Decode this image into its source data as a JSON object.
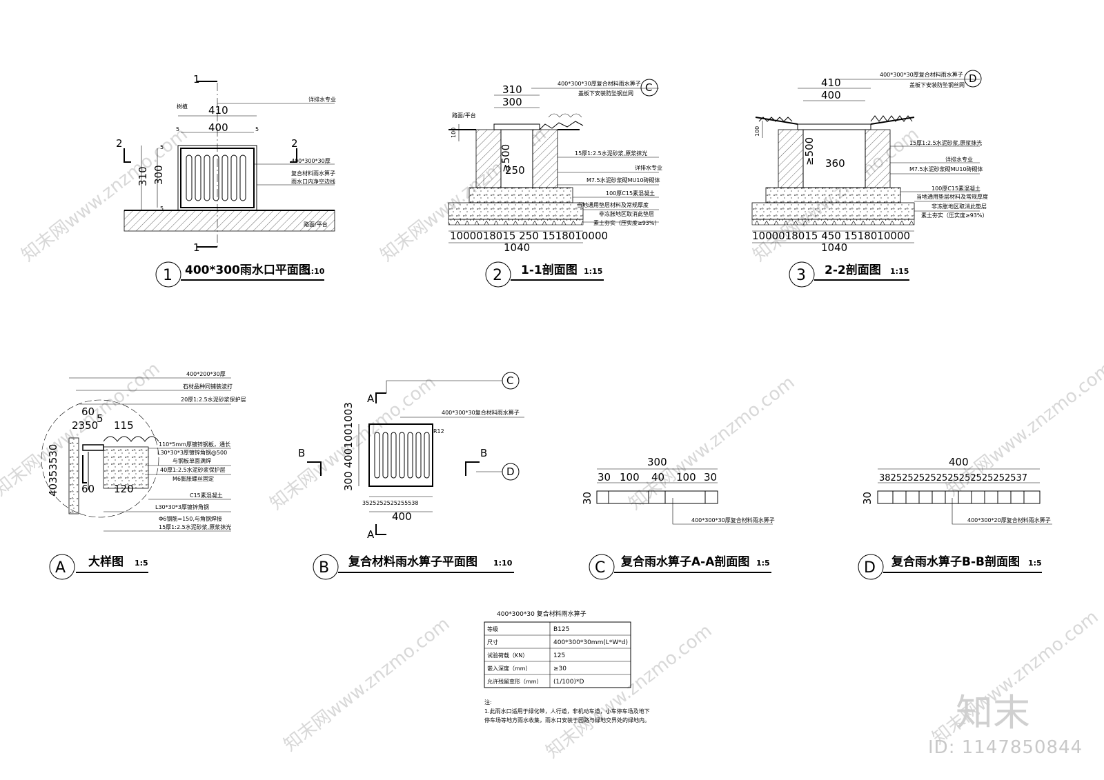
{
  "views": {
    "v1": {
      "marker": "1",
      "title": "400*300雨水口平面图",
      "scale": "1:10",
      "dims": [
        "410",
        "400",
        "5",
        "5",
        "310",
        "300",
        "5",
        "5"
      ],
      "cut_marks": [
        "1",
        "1",
        "2",
        "2"
      ],
      "notes": [
        "详排水专业",
        "400*300*30厚",
        "复合材料雨水箅子",
        "雨水口内净空边线",
        "路面/平台",
        "树植"
      ]
    },
    "v2": {
      "marker": "2",
      "title": "1-1剖面图",
      "scale": "1:15",
      "dims_top": [
        "310",
        "300"
      ],
      "dims_side": [
        "100",
        "≥500"
      ],
      "dim_inner": "250",
      "dims_bottom": "1000018015 250 1518010000",
      "dim_total": "1040",
      "callout": "C",
      "notes": [
        "400*300*30厚复合材料雨水箅子",
        "盖板下安装防坠钢丝网",
        "路面/平台",
        "15厚1:2.5水泥砂浆,原浆抹光",
        "详排水专业",
        "M7.5水泥砂浆砌MU10砖砌体",
        "100厚C15素混凝土",
        "当地通用垫层材料及常规厚度",
        "非冻胀地区取消此垫层",
        "素土夯实（压实度≥93%）"
      ]
    },
    "v3": {
      "marker": "3",
      "title": "2-2剖面图",
      "scale": "1:15",
      "dims_top": [
        "410",
        "400"
      ],
      "dims_side": [
        "100",
        "≥500"
      ],
      "dim_inner": "360",
      "dims_bottom": "1000018015 450 1518010000",
      "dim_total": "1040",
      "callout": "D",
      "notes": [
        "400*300*30厚复合材料雨水箅子",
        "盖板下安装防坠钢丝网",
        "15厚1:2.5水泥砂浆,原浆抹光",
        "详排水专业",
        "M7.5水泥砂浆砌MU10砖砌体",
        "100厚C15素混凝土",
        "当地通用垫层材料及常规厚度",
        "非冻胀地区取消此垫层",
        "素土夯实（压实度≥93%）"
      ]
    },
    "vA": {
      "marker": "A",
      "title": "大样图",
      "scale": "1:5",
      "dims": [
        "60",
        "2350",
        "5",
        "115",
        "40353530",
        "60",
        "120"
      ],
      "notes": [
        "400*200*30厚",
        "石材品种同铺装波打",
        "20厚1:2.5水泥砂浆保护层",
        "110*5mm厚镀锌钢板，通长",
        "L30*30*3厚镀锌角钢@500",
        "与钢板单面满焊",
        "40厚1:2.5水泥砂浆保护层",
        "M6膨胀螺丝固定",
        "C15素混凝土",
        "L30*30*3厚镀锌角钢",
        "Φ6钢筋=150,与角钢焊接",
        "15厚1:2.5水泥砂浆,原浆抹光"
      ]
    },
    "vB": {
      "marker": "B",
      "title": "复合材料雨水箅子平面图",
      "scale": "1:10",
      "dims_side": "300 4001001003",
      "dims_bottom": "3525252525255538",
      "dim_total": "400",
      "radius": "R12",
      "cut_marks": [
        "A",
        "A",
        "B",
        "B"
      ],
      "callouts": [
        "C",
        "D"
      ],
      "notes": [
        "400*300*30复合材料雨水箅子"
      ]
    },
    "vC": {
      "marker": "C",
      "title": "复合雨水箅子A-A剖面图",
      "scale": "1:5",
      "dim_total": "300",
      "dims": [
        "30",
        "100",
        "40",
        "100",
        "30"
      ],
      "dim_h": "30",
      "notes": [
        "400*300*30厚复合材料雨水箅子"
      ]
    },
    "vD": {
      "marker": "D",
      "title": "复合雨水箅子B-B剖面图",
      "scale": "1:5",
      "dim_total": "400",
      "dims_row": "38252525252525252525252537",
      "dim_h": "30",
      "notes": [
        "400*300*20厚复合材料雨水箅子"
      ]
    }
  },
  "spec_table": {
    "title": "400*300*30   复合材料雨水箅子",
    "rows": [
      {
        "label": "等级",
        "value": "B125"
      },
      {
        "label": "尺寸",
        "value": "400*300*30mm(L*W*d)"
      },
      {
        "label": "试验荷载（KN）",
        "value": "125"
      },
      {
        "label": "嵌入深度（mm）",
        "value": "≥30"
      },
      {
        "label": "允许残留变形（mm）",
        "value": "(1/100)*D"
      }
    ]
  },
  "notes_block": {
    "heading": "注:",
    "lines": [
      "1.此雨水口适用于绿化带，人行道，非机动车道，小车停车场及地下",
      "停车场等地方雨水收集，雨水口安装于园路与绿地交界处的绿地内。"
    ]
  },
  "branding": {
    "logo_text": "知末",
    "id_text": "ID: 1147850844",
    "watermark": "知末网www.znzmo.com"
  }
}
